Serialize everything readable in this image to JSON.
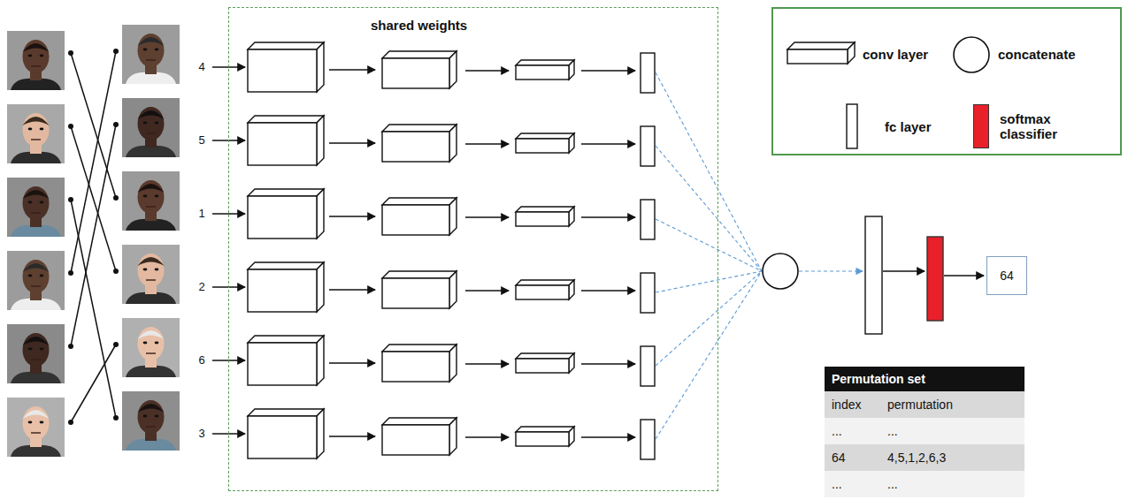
{
  "diagram": {
    "nodes": [
      {
        "text": [
          "shared weights"
        ]
      },
      {
        "text": [
          "64"
        ]
      }
    ],
    "labels": [
      "4",
      "5",
      "1",
      "2",
      "6",
      "3",
      "Permutation set",
      "index",
      "permutation",
      "...",
      "...",
      "64",
      "4,5,1,2,6,3",
      "...",
      "..."
    ],
    "legend": [
      {
        "text": "conv layer"
      },
      {
        "text": "concatenate"
      },
      {
        "text": "fc layer"
      },
      {
        "text": "softmax classifier",
        "color": "#e8202a"
      }
    ]
  }
}
